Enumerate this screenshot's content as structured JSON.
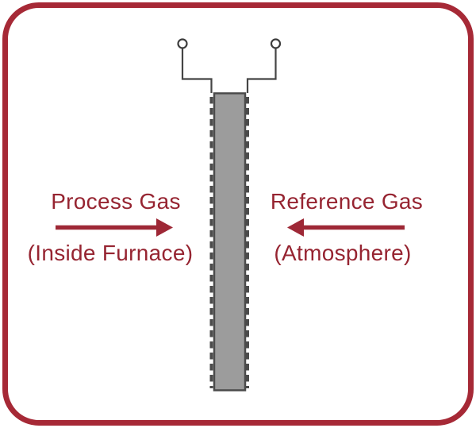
{
  "labels": {
    "process_gas": {
      "title": "Process Gas",
      "subtitle": "(Inside Furnace)",
      "arrow_direction": "right"
    },
    "reference_gas": {
      "title": "Reference Gas",
      "subtitle": "(Atmosphere)",
      "arrow_direction": "left"
    }
  },
  "colors": {
    "frame_red": "#A62936",
    "text_red": "#962431",
    "arrow_red": "#9E2836",
    "tube_gray": "#9C9C9C",
    "line_dark": "#4B4B4B",
    "background": "#FFFFFF"
  },
  "icons": {
    "terminals": "open-circle",
    "electrodes": "dashed-vertical-line",
    "arrows": "solid-horizontal-arrow"
  }
}
